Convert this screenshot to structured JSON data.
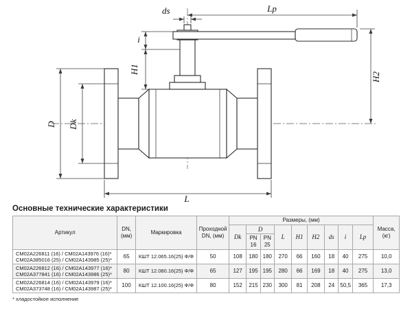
{
  "drawing": {
    "labels": {
      "ds": "ds",
      "lp": "Lp",
      "i": "i",
      "h1": "H1",
      "h2": "H2",
      "d": "D",
      "dk": "Dk",
      "l": "L"
    }
  },
  "section_title": "Основные технические характеристики",
  "table": {
    "headers": {
      "article": "Артикул",
      "dn": "DN, (мм)",
      "marking": "Маркировка",
      "bore": "Проходной DN, (мм)",
      "dimensions_group": "Размеры, (мм)",
      "dk": "Dk",
      "d": "D",
      "pn16": "PN 16",
      "pn25": "PN 25",
      "l": "L",
      "h1": "H1",
      "h2": "H2",
      "ds": "ds",
      "i": "i",
      "lp": "Lp",
      "mass": "Масса, (кг)"
    },
    "rows": [
      {
        "article": [
          "СМ02А226811 (16) / СМ02А143976 (16)*",
          "СМ02А385016 (25) / СМ02А143985 (25)*"
        ],
        "dn": "65",
        "marking": "КШТ 12.065.16(25) Ф/Ф",
        "bore": "50",
        "dk": "108",
        "pn16": "180",
        "pn25": "180",
        "l": "270",
        "h1": "66",
        "h2": "160",
        "ds": "18",
        "i": "40",
        "lp": "275",
        "mass": "10,0"
      },
      {
        "article": [
          "СМ02А226812 (16) / СМ02А143977 (16)*",
          "СМ02А377841 (16) / СМ02А143986 (25)*"
        ],
        "dn": "80",
        "marking": "КШТ 12.080.16(25) Ф/Ф",
        "bore": "65",
        "dk": "127",
        "pn16": "195",
        "pn25": "195",
        "l": "280",
        "h1": "66",
        "h2": "169",
        "ds": "18",
        "i": "40",
        "lp": "275",
        "mass": "13,0"
      },
      {
        "article": [
          "СМ02А226814 (16) / СМ02А143979 (16)*",
          "СМ02А373748 (16) / СМ02А143987 (25)*"
        ],
        "dn": "100",
        "marking": "КШТ 12.100.16(25) Ф/Ф",
        "bore": "80",
        "dk": "152",
        "pn16": "215",
        "pn25": "230",
        "l": "300",
        "h1": "81",
        "h2": "208",
        "ds": "24",
        "i": "50,5",
        "lp": "365",
        "mass": "17,3"
      }
    ]
  },
  "footnote": "* хладостойкое исполнение"
}
